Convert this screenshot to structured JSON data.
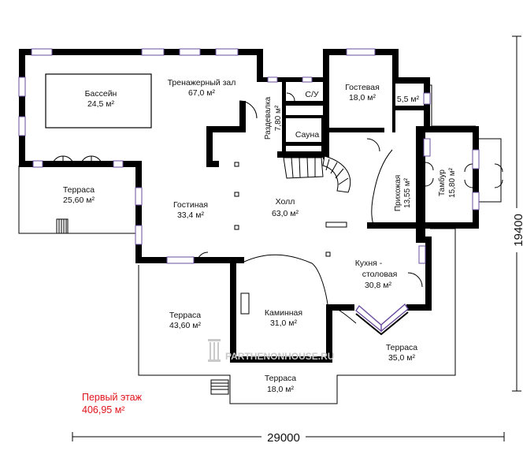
{
  "plan": {
    "rooms": [
      {
        "name": "Бассейн",
        "area": "24,5 м²"
      },
      {
        "name": "Тренажерный зал",
        "area": "67,0 м²"
      },
      {
        "name": "Раздевалка",
        "area": "7,80 м²"
      },
      {
        "name": "С/У",
        "area": ""
      },
      {
        "name": "Сауна",
        "area": ""
      },
      {
        "name": "Гостевая",
        "area": "18,0 м²"
      },
      {
        "name": "",
        "area": "5,5 м²"
      },
      {
        "name": "Терраса",
        "area": "25,60 м²"
      },
      {
        "name": "Гостиная",
        "area": "33,4 м²"
      },
      {
        "name": "Холл",
        "area": "63,0 м²"
      },
      {
        "name": "Прихожая",
        "area": "13,55 м²"
      },
      {
        "name": "Тамбур",
        "area": "15,80 м²"
      },
      {
        "name": "Кухня -",
        "area": ""
      },
      {
        "name": "столовая",
        "area": "30,8 м²"
      },
      {
        "name": "Терраса",
        "area": "43,60 м²"
      },
      {
        "name": "Каминная",
        "area": "31,0 м²"
      },
      {
        "name": "Терраса",
        "area": "35,0 м²"
      },
      {
        "name": "Терраса",
        "area": "18,0 м²"
      }
    ],
    "floor_label": "Первый этаж",
    "floor_area": "406,95 м²",
    "dim_width": "29000",
    "dim_height": "19400",
    "watermark": "PARTHENONHOUSE.RU",
    "colors": {
      "wall": "#000000",
      "window": "#6a4c9c",
      "floor_label": "#e0141b"
    }
  }
}
